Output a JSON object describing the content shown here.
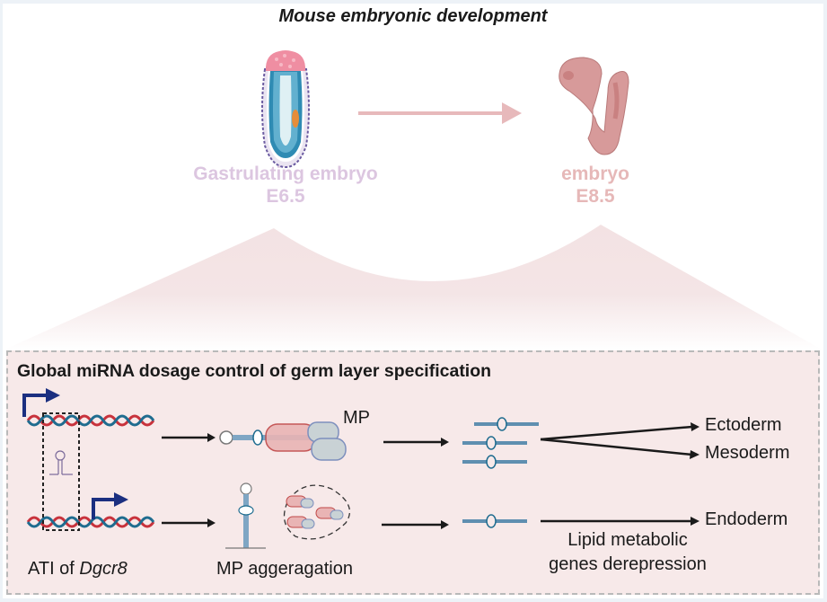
{
  "title": "Mouse embryonic development",
  "stages": [
    {
      "name": "Gastrulating embryo",
      "day": "E6.5",
      "color": "#dcc6e0"
    },
    {
      "name": "embryo",
      "day": "E8.5",
      "color": "#e6b8b8"
    }
  ],
  "panel": {
    "title": "Global miRNA dosage control of germ layer specification",
    "mp_label": "MP",
    "ati_prefix": "ATI of ",
    "ati_gene": "Dgcr8",
    "aggregation_label": "MP aggeragation",
    "outcomes": {
      "ectoderm": "Ectoderm",
      "mesoderm": "Mesoderm",
      "endoderm": "Endoderm"
    },
    "endoderm_note_line1": "Lipid metabolic",
    "endoderm_note_line2": "genes derepression"
  },
  "colors": {
    "dna_red": "#c8323c",
    "dna_blue": "#1f6c8f",
    "promoter_arrow": "#1b2f80",
    "fan_pink": "#f3e2e3",
    "stage_arrow": "#e7b9bb",
    "panel_bg": "#f7e9e9"
  }
}
